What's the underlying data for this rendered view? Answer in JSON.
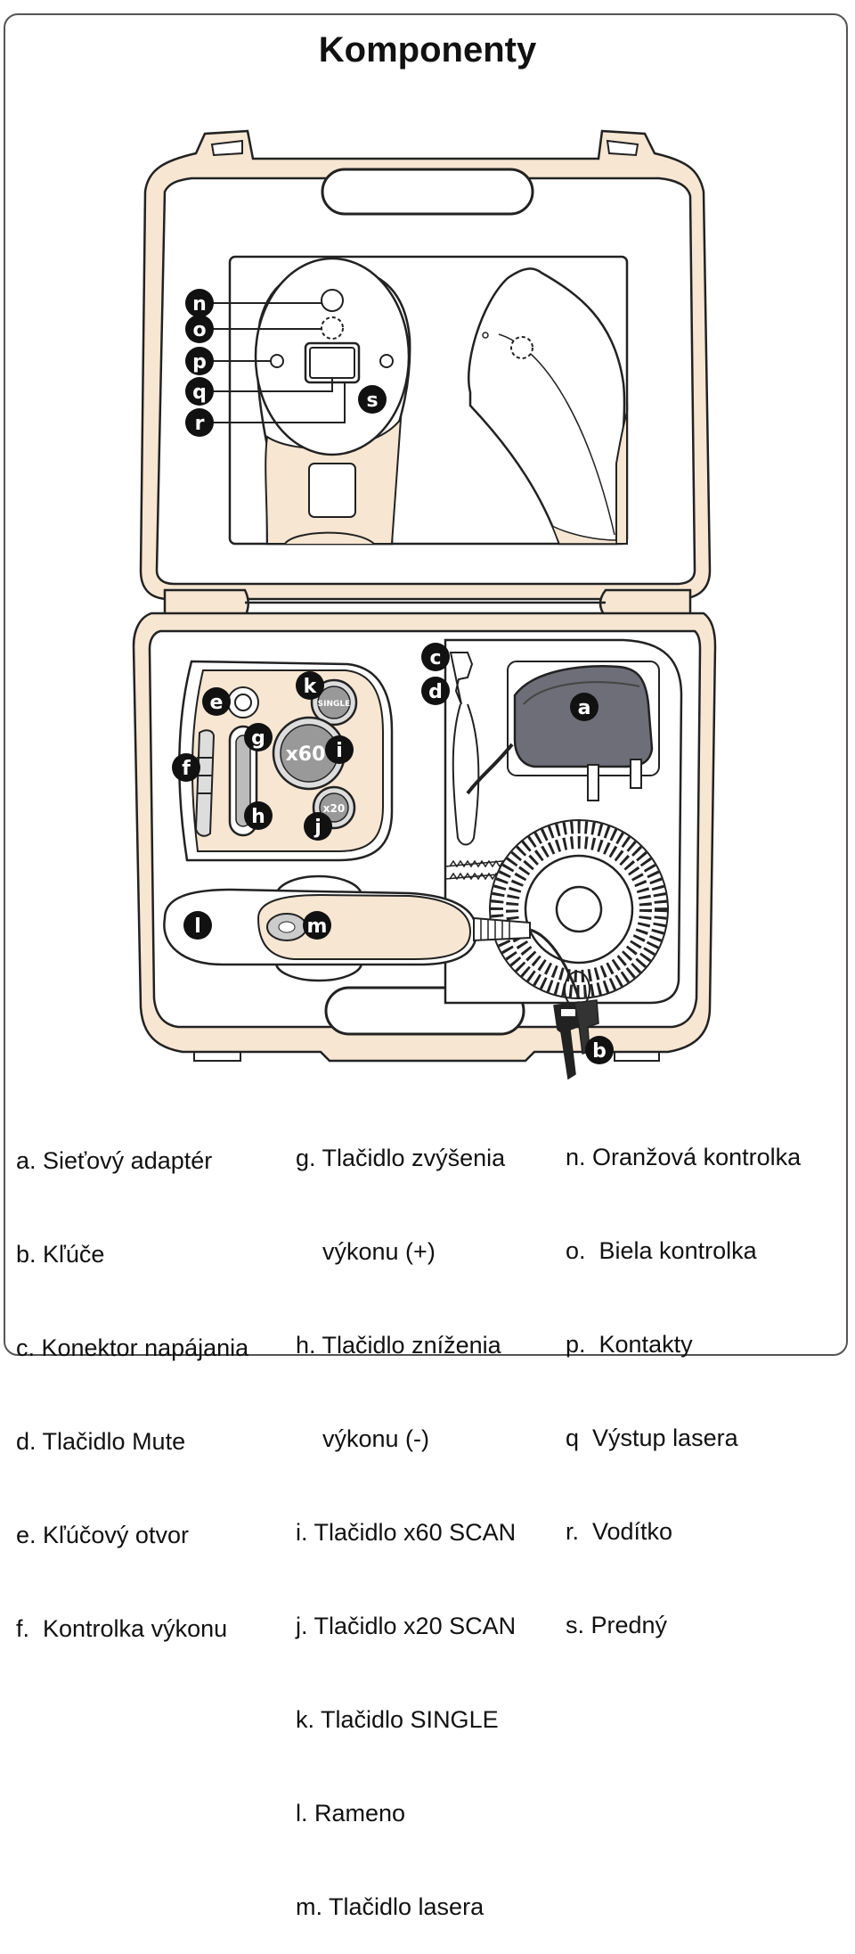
{
  "title": "Komponenty",
  "diagram": {
    "markers": {
      "a": "a",
      "b": "b",
      "c": "c",
      "d": "d",
      "e": "e",
      "f": "f",
      "g": "g",
      "h": "h",
      "i": "i",
      "j": "j",
      "k": "k",
      "l": "l",
      "m": "m",
      "n": "n",
      "o": "o",
      "p": "p",
      "q": "q",
      "r": "r",
      "s": "s"
    },
    "button_texts": {
      "single": "SINGLE",
      "x60": "x60",
      "x20": "x20"
    }
  },
  "legend": {
    "col1": [
      "a. Sieťový adaptér",
      "b. Kľúče",
      "c. Konektor napájania",
      "d. Tlačidlo Mute",
      "e. Kľúčový otvor",
      "f.  Kontrolka výkonu"
    ],
    "col2": [
      "g. Tlačidlo zvýšenia",
      "    výkonu (+)",
      "h. Tlačidlo zníženia",
      "    výkonu (-)",
      "i. Tlačidlo x60 SCAN",
      "j. Tlačidlo x20 SCAN",
      "k. Tlačidlo SINGLE",
      "l. Rameno",
      "m. Tlačidlo lasera"
    ],
    "col3": [
      "n. Oranžová kontrolka",
      "o.  Biela kontrolka",
      "p.  Kontakty",
      "q  Výstup lasera",
      "r.  Vodítko",
      "s. Predný"
    ]
  },
  "colors": {
    "case_fill": "#f6e6d2",
    "outline": "#222222",
    "label_bg": "#111111",
    "adapter": "#6e6e78"
  }
}
